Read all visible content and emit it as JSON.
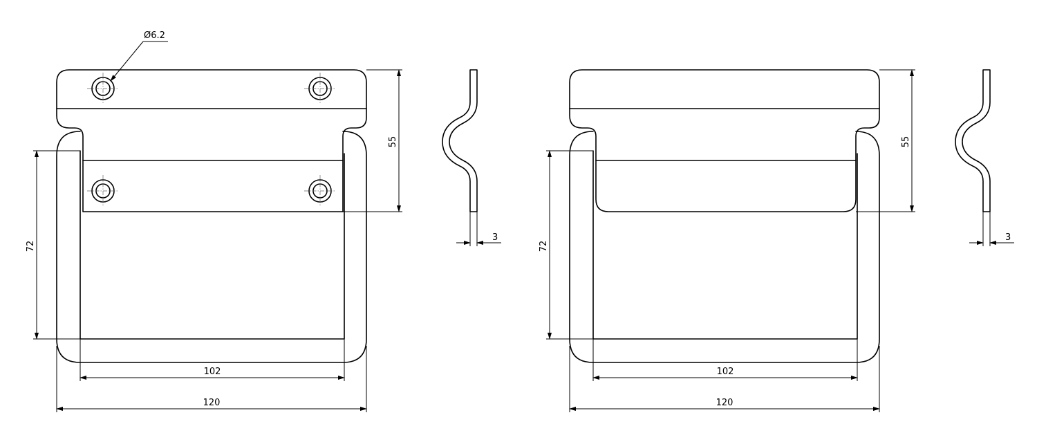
{
  "drawings": [
    {
      "name": "front-view-left",
      "dimensions": {
        "hole_diameter": "Ø6.2",
        "height_55": "55",
        "height_72": "72",
        "inner_width": "102",
        "overall_width": "120"
      }
    },
    {
      "name": "front-view-right",
      "dimensions": {
        "height_55": "55",
        "height_72": "72",
        "inner_width": "102",
        "overall_width": "120"
      }
    }
  ],
  "side_views": [
    {
      "name": "side-view-left",
      "thickness": "3"
    },
    {
      "name": "side-view-right",
      "thickness": "3"
    }
  ]
}
